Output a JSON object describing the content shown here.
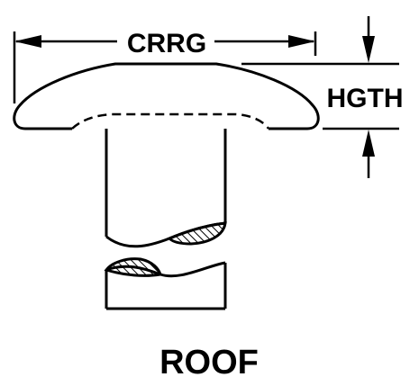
{
  "diagram": {
    "title": "ROOF",
    "dimension_labels": {
      "width": "CRRG",
      "height": "HGTH"
    },
    "colors": {
      "line": "#000000",
      "background": "#ffffff"
    }
  }
}
